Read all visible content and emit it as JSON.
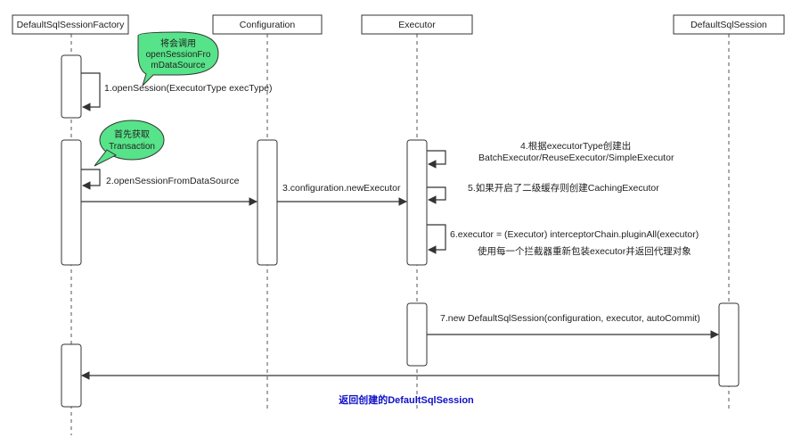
{
  "participants": [
    "DefaultSqlSessionFactory",
    "Configuration",
    "Executor",
    "DefaultSqlSession"
  ],
  "notes": {
    "note1": [
      "将会调用",
      "openSessionFro",
      "mDataSource"
    ],
    "note2": [
      "首先获取",
      "Transaction"
    ]
  },
  "messages": {
    "m1": "1.openSession(ExecutorType execType)",
    "m2": "2.openSessionFromDataSource",
    "m3": "3.configuration.newExecutor",
    "m4a": "4.根据executorType创建出",
    "m4b": "BatchExecutor/ReuseExecutor/SimpleExecutor",
    "m5": "5.如果开启了二级缓存则创建CachingExecutor",
    "m6a": "6.executor = (Executor) interceptorChain.pluginAll(executor)",
    "m6b": "使用每一个拦截器重新包装executor并返回代理对象",
    "m7": "7.new DefaultSqlSession(configuration, executor, autoCommit)",
    "ret": "返回创建的DefaultSqlSession"
  },
  "colors": {
    "note_fill": "#57e389",
    "return_label": "#1010c8"
  }
}
